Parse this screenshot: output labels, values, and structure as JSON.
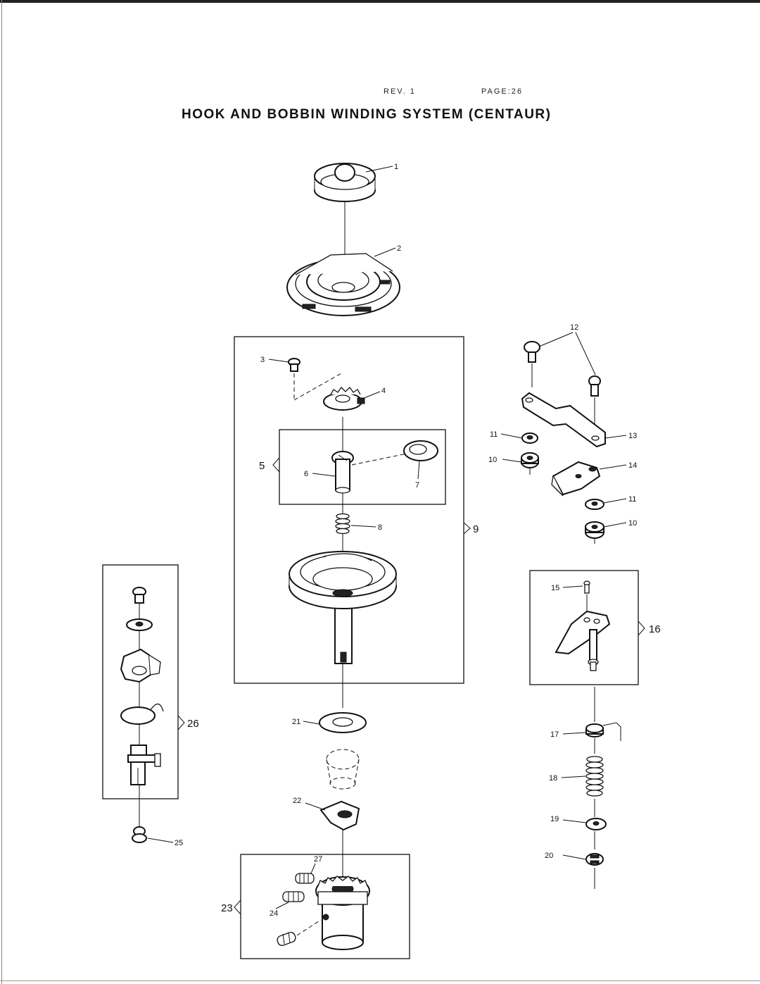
{
  "header": {
    "rev": "REV. 1",
    "page": "PAGE:26",
    "title": "HOOK AND BOBBIN WINDING SYSTEM (CENTAUR)"
  },
  "callouts": {
    "p1": "1",
    "p2": "2",
    "p3": "3",
    "p4": "4",
    "p5": "5",
    "p6": "6",
    "p7": "7",
    "p8": "8",
    "p9": "9",
    "p10a": "10",
    "p10b": "10",
    "p11a": "11",
    "p11b": "11",
    "p12": "12",
    "p13": "13",
    "p14": "14",
    "p15": "15",
    "p16": "16",
    "p17": "17",
    "p18": "18",
    "p19": "19",
    "p20": "20",
    "p21": "21",
    "p22": "22",
    "p23": "23",
    "p24": "24",
    "p25": "25",
    "p26": "26",
    "p27": "27"
  },
  "icons": {
    "bobbin": "bobbin-icon",
    "bobbin_case": "bobbin-case-icon",
    "hook": "rotary-hook-icon",
    "gear": "gear-icon",
    "spring": "spring-icon",
    "screw": "screw-icon",
    "washer": "washer-icon"
  }
}
